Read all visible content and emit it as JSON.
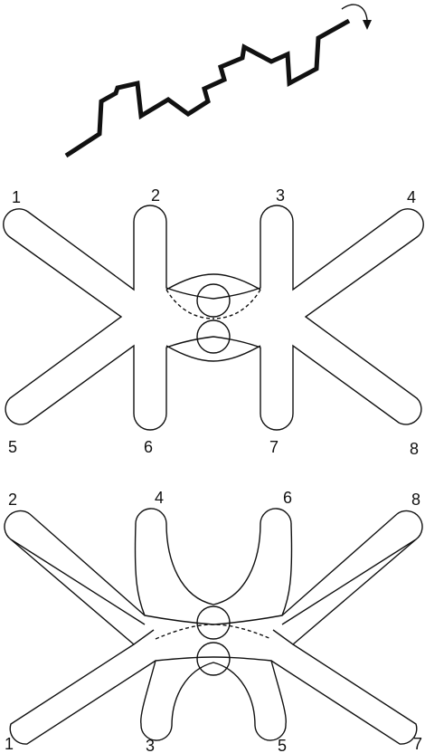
{
  "figure": {
    "top_diagram": {
      "labels": [
        "1",
        "2",
        "3",
        "4",
        "5",
        "6",
        "7",
        "8"
      ]
    },
    "bottom_diagram": {
      "labels": [
        "2",
        "4",
        "6",
        "8",
        "1",
        "3",
        "5",
        "7"
      ]
    }
  }
}
